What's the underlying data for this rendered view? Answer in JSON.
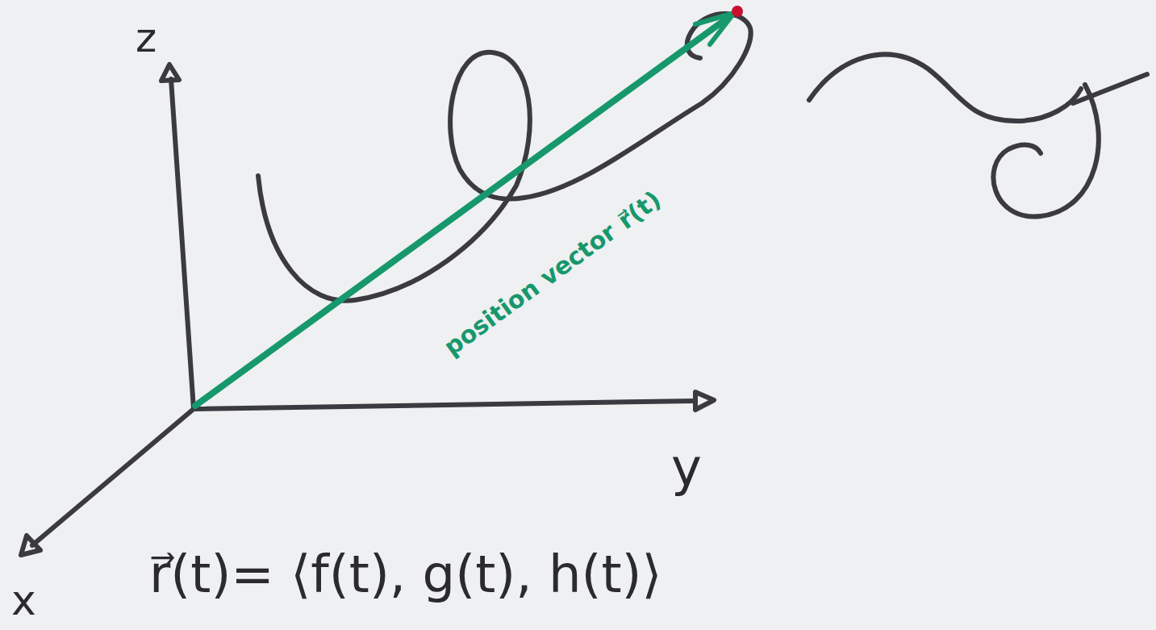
{
  "diagram": {
    "labels": [
      "z",
      "y",
      "x",
      "position vector",
      "r⃗(t)",
      "r⃗(t)= ⟨f(t), g(t), h(t)⟩"
    ]
  }
}
